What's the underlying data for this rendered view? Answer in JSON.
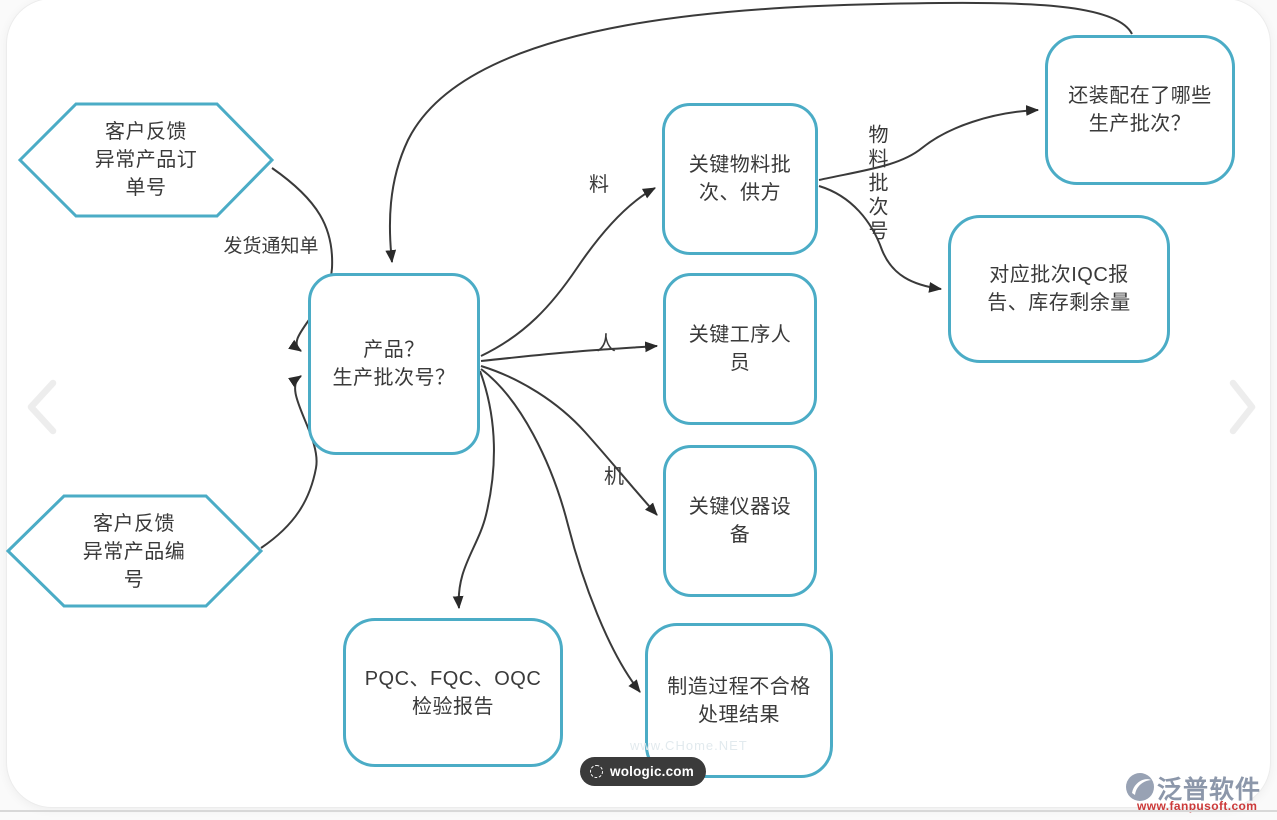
{
  "colors": {
    "accent": "#4bacc6",
    "edge": "#3a3a3a",
    "text": "#3a3a3a",
    "badge_bg": "#3b3b3b",
    "brand_gray": "#8c97aa",
    "brand_red": "#cc3a3a",
    "chevron": "#ededed"
  },
  "diagram": {
    "nodes": {
      "customer_order_hex": {
        "shape": "hexagon",
        "label": "客户反馈\n异常产品订\n单号"
      },
      "customer_product_hex": {
        "shape": "hexagon",
        "label": "客户反馈\n异常产品编\n号"
      },
      "center": {
        "shape": "rounded-box",
        "label": "产品？\n生产批次号？"
      },
      "material": {
        "shape": "rounded-box",
        "label": "关键物料批\n次、供方"
      },
      "personnel": {
        "shape": "rounded-box",
        "label": "关键工序人\n员"
      },
      "equipment": {
        "shape": "rounded-box",
        "label": "关键仪器设\n备"
      },
      "pqc": {
        "shape": "rounded-box",
        "label": "PQC、FQC、OQC\n检验报告"
      },
      "nonconforming": {
        "shape": "rounded-box",
        "label": "制造过程不合格\n处理结果"
      },
      "assembled": {
        "shape": "rounded-box",
        "label": "还装配在了哪些\n生产批次？"
      },
      "iqc": {
        "shape": "rounded-box",
        "label": "对应批次IQC报\n告、库存剩余量"
      }
    },
    "labels": {
      "shipping": "发货通知单",
      "material": "料",
      "person": "人",
      "machine": "机",
      "material_batch_no": "物料批次号"
    },
    "icons": {
      "prev": "chevron-left",
      "next": "chevron-right"
    }
  },
  "footer": {
    "badge_label": "wologic.com",
    "badge_icon": "globe",
    "watermark": "www.CHome.NET",
    "brand_name": "泛普软件",
    "brand_url": "www.fanpusoft.com"
  }
}
